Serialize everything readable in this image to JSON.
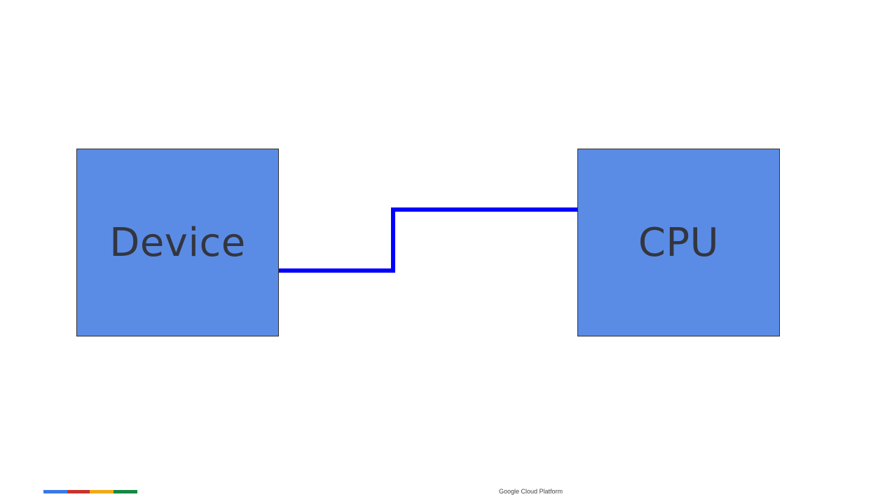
{
  "diagram": {
    "nodes": [
      {
        "id": "device",
        "label": "Device"
      },
      {
        "id": "cpu",
        "label": "CPU"
      }
    ],
    "edges": [
      {
        "from": "device",
        "to": "cpu",
        "color": "#0000ff"
      }
    ]
  },
  "colors": {
    "box_fill": "#5b8ce5",
    "box_text": "#333640",
    "connector": "#0000ff"
  },
  "footer": {
    "label": "Google Cloud Platform",
    "brand_colors": [
      "#3b78e7",
      "#c5352b",
      "#f1a91b",
      "#168845"
    ]
  }
}
